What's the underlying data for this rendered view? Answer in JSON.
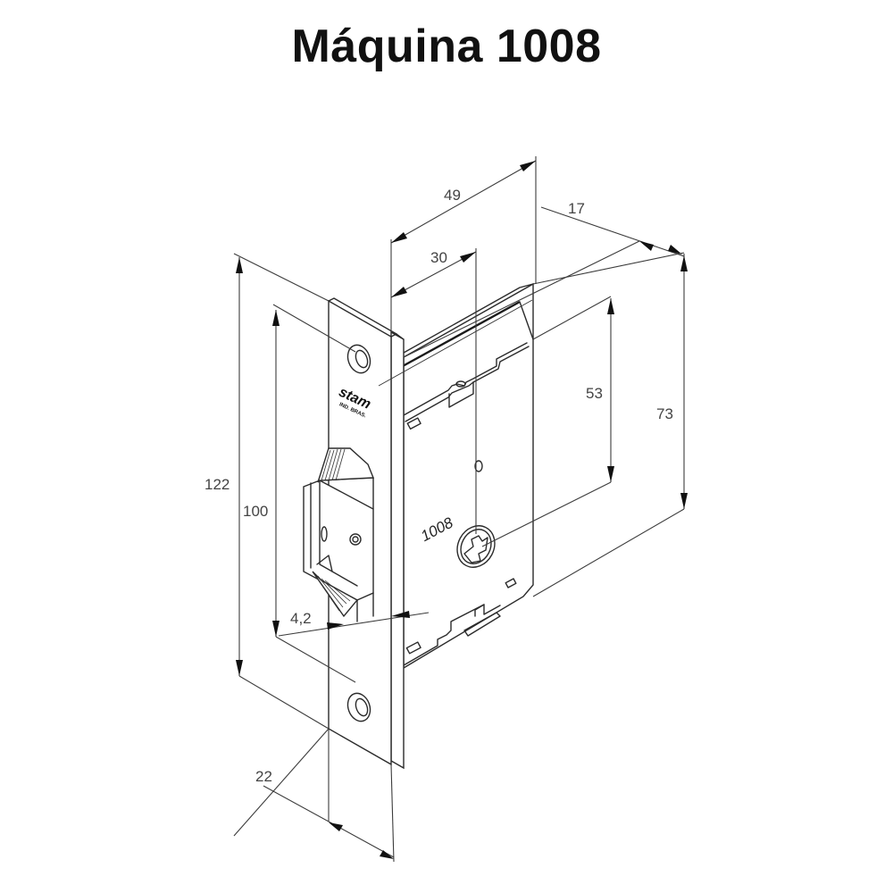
{
  "title": "Máquina 1008",
  "product": {
    "brand_mark": "stam",
    "brand_subtext": "IND. BRAS.",
    "model_engraving": "1008"
  },
  "dimensions": {
    "backset_total": "49",
    "backset_hub": "30",
    "depth_17": "17",
    "height_53": "53",
    "height_73": "73",
    "faceplate_height": "122",
    "screw_spacing": "100",
    "latch_projection": "4,2",
    "faceplate_width": "22"
  },
  "colors": {
    "line": "#2b2b2b",
    "dimension_text": "#444444",
    "background": "#ffffff"
  }
}
